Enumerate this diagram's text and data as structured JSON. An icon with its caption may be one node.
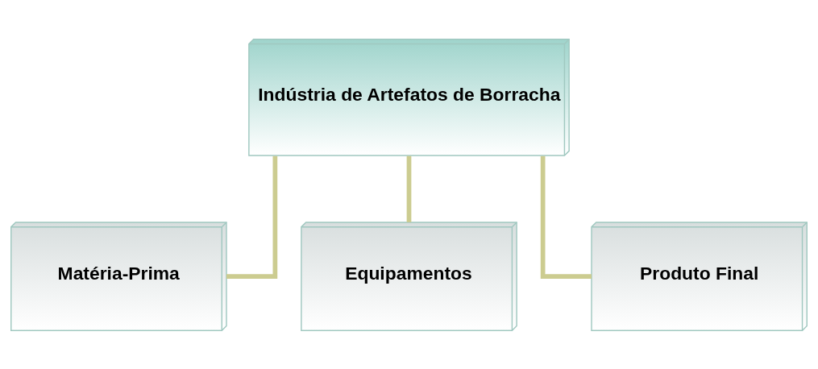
{
  "diagram": {
    "nodes": [
      {
        "text": [
          "Indústria de Artefatos de Borracha"
        ]
      },
      {
        "text": [
          "Matéria-Prima"
        ]
      },
      {
        "text": [
          "Equipamentos"
        ]
      },
      {
        "text": [
          "Produto Final"
        ]
      }
    ],
    "edges": [
      {
        "from": 0,
        "to": 1,
        "arrow": "none"
      },
      {
        "from": 0,
        "to": 2,
        "arrow": "none"
      },
      {
        "from": 0,
        "to": 3,
        "arrow": "none"
      }
    ]
  }
}
